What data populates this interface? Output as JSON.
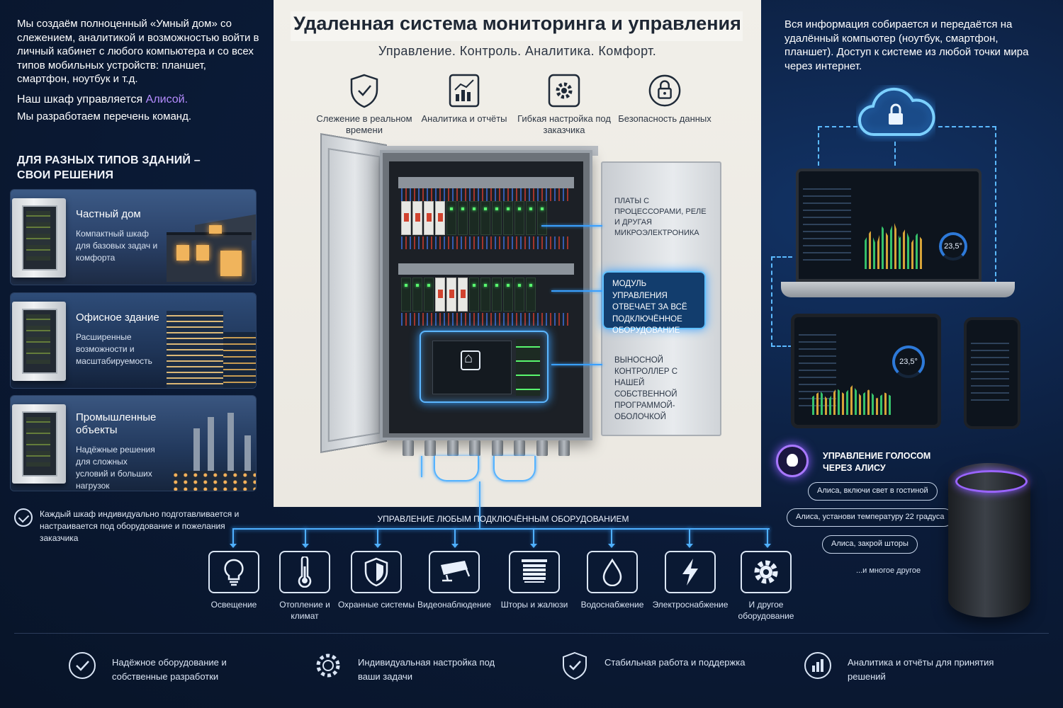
{
  "left": {
    "intro": "Мы создаём полноценный «Умный дом» со слежением, аналитикой и возможностью войти в личный кабинет с любого компьютера и со всех типов мобильных устройств: планшет, смартфон, ноутбук и т.д.",
    "alisa_prefix": "Наш шкаф управляется ",
    "alisa_name": "Алисой.",
    "commands": "Мы разработаем перечень команд.",
    "buildings_heading": "Для разных типов зданий – свои решения",
    "buildings": [
      {
        "title": "Частный дом",
        "desc": "Компактный шкаф для базовых задач и комфорта"
      },
      {
        "title": "Офисное здание",
        "desc": "Расширенные возможности и масштабируемость"
      },
      {
        "title": "Промышленные объекты",
        "desc": "Надёжные решения для сложных условий и больших нагрузок"
      }
    ],
    "note": "Каждый шкаф индивидуально подготавливается и настраивается под оборудование и пожелания заказчика"
  },
  "center": {
    "title": "Удаленная система мониторинга и управления",
    "subtitle": "Управление. Контроль. Аналитика. Комфорт.",
    "features": [
      {
        "icon": "shield-check-icon",
        "label": "Слежение в реальном времени"
      },
      {
        "icon": "analytics-chart-icon",
        "label": "Аналитика и отчёты"
      },
      {
        "icon": "gear-icon",
        "label": "Гибкая настройка под заказчика"
      },
      {
        "icon": "lock-icon",
        "label": "Безопасность данных"
      }
    ],
    "callouts": {
      "boards": "Платы с процессорами, реле и другая микроэлектроника",
      "module": "Модуль управления отвечает за всё подключённое оборудование",
      "controller": "Выносной контроллер с нашей собственной программой-оболочкой"
    }
  },
  "equipment": {
    "title": "Управление любым подключённым оборудованием",
    "items": [
      {
        "icon": "lightbulb-icon",
        "label": "Освещение"
      },
      {
        "icon": "thermometer-icon",
        "label": "Отопление и климат"
      },
      {
        "icon": "security-shield-icon",
        "label": "Охранные системы"
      },
      {
        "icon": "cctv-camera-icon",
        "label": "Видеонаблюдение"
      },
      {
        "icon": "blinds-icon",
        "label": "Шторы и жалюзи"
      },
      {
        "icon": "water-drop-icon",
        "label": "Водоснабжение"
      },
      {
        "icon": "lightning-icon",
        "label": "Электроснабжение"
      },
      {
        "icon": "gear-icon",
        "label": "И другое оборудование"
      }
    ]
  },
  "bottom_features": [
    {
      "icon": "check-circle-icon",
      "label": "Надёжное оборудование и собственные разработки"
    },
    {
      "icon": "gear-icon",
      "label": "Индивидуальная настройка под ваши задачи"
    },
    {
      "icon": "shield-check-icon",
      "label": "Стабильная работа и поддержка"
    },
    {
      "icon": "bar-chart-icon",
      "label": "Аналитика и отчёты для принятия решений"
    }
  ],
  "right": {
    "intro": "Вся информация собирается и передаётся на удалённый компьютер (ноутбук, смартфон, планшет). Доступ к системе из любой точки мира через интернет.",
    "temperature": "23,5°",
    "voice_title": "Управление голосом через Алису",
    "commands": [
      "Алиса, включи свет в гостиной",
      "Алиса, установи температуру 22 градуса",
      "Алиса, закрой шторы"
    ],
    "more": "...и многое другое"
  },
  "colors": {
    "accent_glow": "#3aa0ff",
    "alisa_purple": "#b58cff",
    "background": "#0b1a33",
    "panel": "#f1efe9"
  }
}
